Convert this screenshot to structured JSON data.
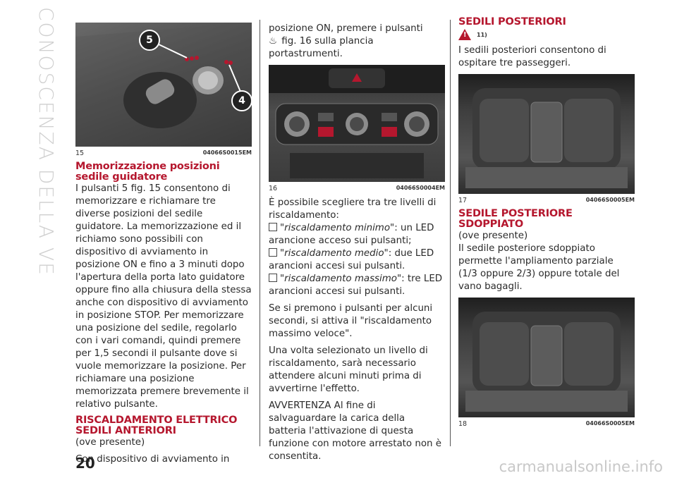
{
  "side_title": "CONOSCENZA DELLA VETTURA",
  "page_number": "20",
  "watermark": "carmanualsonline.info",
  "fig15": {
    "num": "15",
    "code": "04066S0015EM",
    "badge_a": "5",
    "badge_b": "4"
  },
  "fig16": {
    "num": "16",
    "code": "04066S0004EM"
  },
  "fig17": {
    "num": "17",
    "code": "04066S0005EM"
  },
  "fig18": {
    "num": "18",
    "code": "04066S0005EM"
  },
  "col1": {
    "heading1": "Memorizzazione posizioni sedile guidatore",
    "p1": "I pulsanti 5 fig. 15 consentono di memorizzare e richiamare tre diverse posizioni del sedile guidatore. La memorizzazione ed il richiamo sono possibili con dispositivo di avviamento in posizione ON e fino a 3 minuti dopo l'apertura della porta lato guidatore oppure fino alla chiusura della stessa anche con dispositivo di avviamento in posizione STOP. Per memorizzare una posizione del sedile, regolarlo con i vari comandi, quindi premere per 1,5 secondi il pulsante dove si vuole memorizzare la posizione. Per richiamare una posizione memorizzata premere brevemente il relativo pulsante.",
    "heading2": "RISCALDAMENTO ELETTRICO SEDILI ANTERIORI",
    "p2": "(ove presente)",
    "p3": "Con dispositivo di avviamento in"
  },
  "col2": {
    "p1": "posizione ON, premere i pulsanti",
    "p1b": "fig. 16 sulla plancia portastrumenti.",
    "p2": "È possibile scegliere tra tre livelli di riscaldamento:",
    "b1_it": "\"riscaldamento minimo\"",
    "b1_rest": ": un LED arancione acceso sui pulsanti;",
    "b2_it": "\"riscaldamento medio\"",
    "b2_rest": ": due LED arancioni accesi sui pulsanti.",
    "b3_it": "\"riscaldamento massimo\"",
    "b3_rest": ": tre LED arancioni accesi sui pulsanti.",
    "p3": "Se si premono i pulsanti per alcuni secondi, si attiva il \"riscaldamento massimo veloce\".",
    "p4": "Una volta selezionato un livello di riscaldamento, sarà necessario attendere alcuni minuti prima di avvertirne l'effetto.",
    "p5": "AVVERTENZA Al fine di salvaguardare la carica della batteria l'attivazione di questa funzione con motore arrestato non è consentita."
  },
  "col3": {
    "heading1": "SEDILI POSTERIORI",
    "warn_num": "11)",
    "p1": "I sedili posteriori consentono di ospitare tre passeggeri.",
    "heading2": "SEDILE POSTERIORE SDOPPIATO",
    "p2": "(ove presente)",
    "p3": "Il sedile posteriore sdoppiato permette l'ampliamento parziale (1/3 oppure 2/3) oppure totale del vano bagagli."
  }
}
